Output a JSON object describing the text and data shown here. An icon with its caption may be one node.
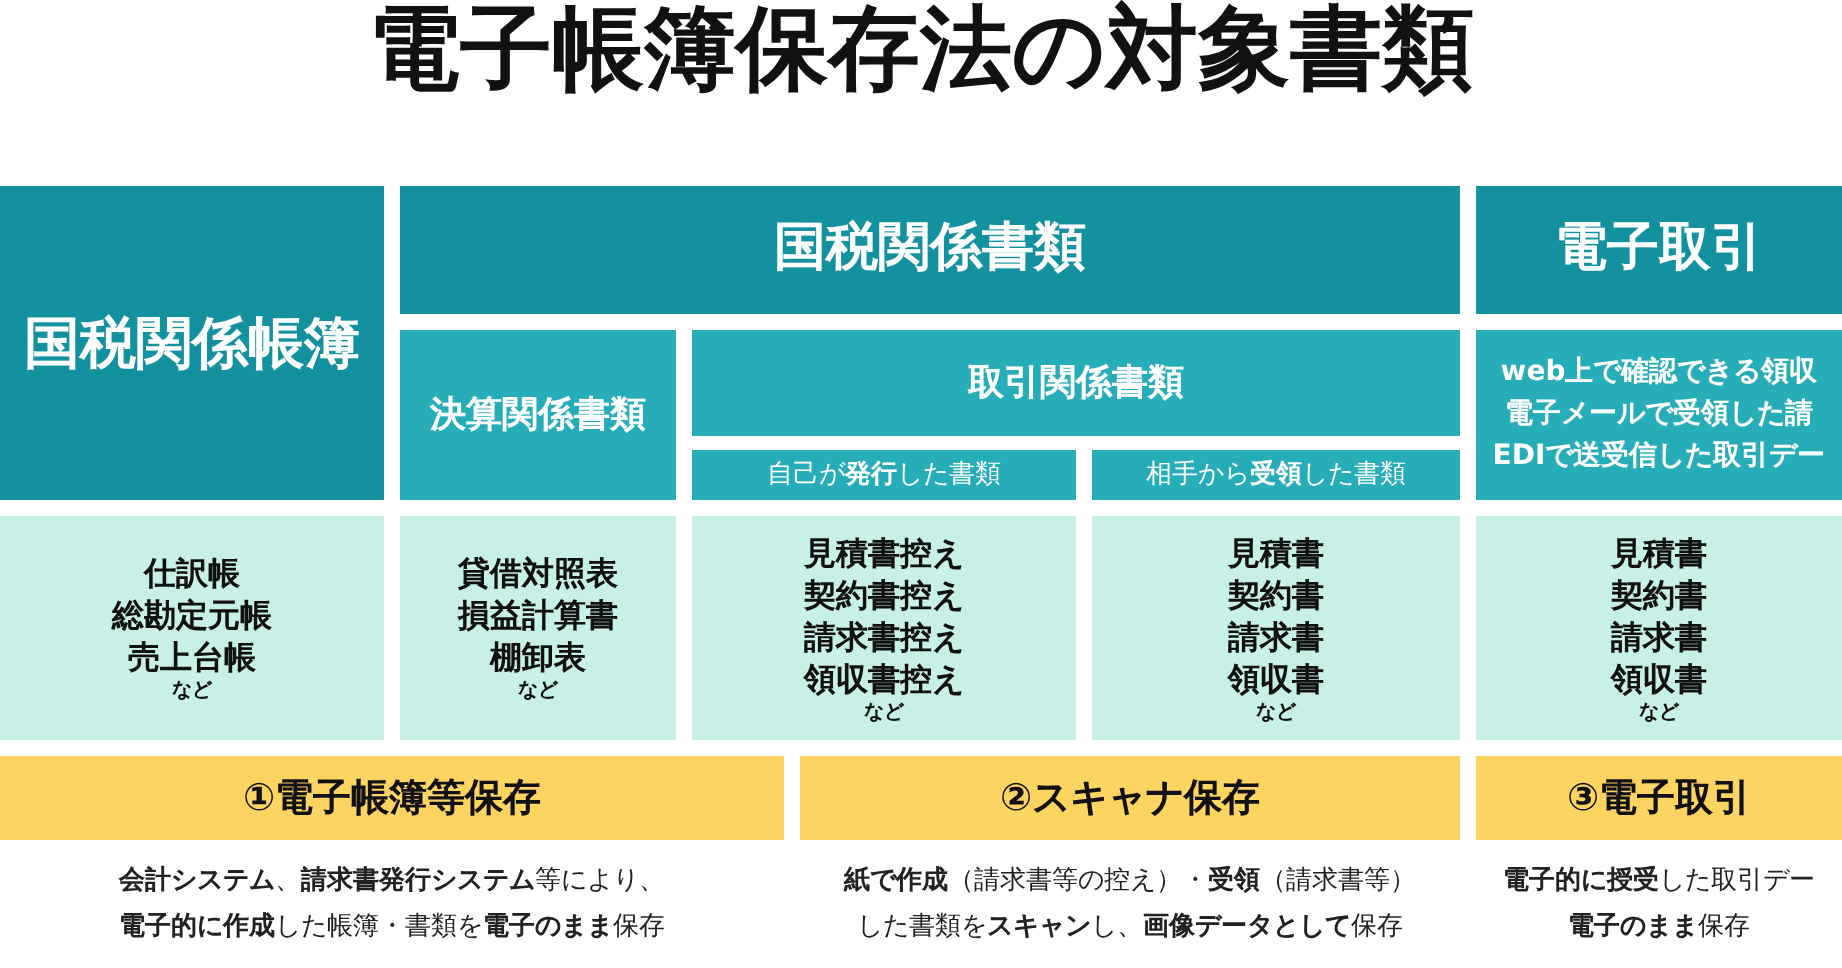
{
  "diagram": {
    "title": "電子帳簿保存法の対象書類",
    "nodes": [
      {
        "text": [
          "国税関係帳簿"
        ]
      },
      {
        "text": [
          "国税関係書類"
        ]
      },
      {
        "text": [
          "電子取引"
        ]
      },
      {
        "text": [
          "決算関係書類"
        ]
      },
      {
        "text": [
          "取引関係書類"
        ]
      },
      {
        "text": [
          "**web**上で確認できる領収",
          "**電子メール**で受領した請",
          "**EDI**で送受信した取引デー"
        ]
      },
      {
        "text": [
          "自己が**発行**した書類"
        ]
      },
      {
        "text": [
          "相手から**受領**した書類"
        ]
      },
      {
        "text": [
          "仕訳帳",
          "総勘定元帳",
          "売上台帳",
          "など"
        ]
      },
      {
        "text": [
          "貸借対照表",
          "損益計算書",
          "棚卸表",
          "など"
        ]
      },
      {
        "text": [
          "見積書控え",
          "契約書控え",
          "請求書控え",
          "領収書控え",
          "など"
        ]
      },
      {
        "text": [
          "見積書",
          "契約書",
          "請求書",
          "領収書",
          "など"
        ]
      },
      {
        "text": [
          "見積書",
          "契約書",
          "請求書",
          "領収書",
          "など"
        ]
      },
      {
        "text": [
          "①電子帳簿等保存"
        ],
        "beside": [
          "**会計システム**、**請求書発行システム**等により、",
          "**電子的に作成**した帳簿・書類を**電子のまま**保存"
        ]
      },
      {
        "text": [
          "②スキャナ保存"
        ],
        "beside": [
          "**紙で作成**（請求書等の控え）・**受領**（請求書等）",
          "した書類を**スキャン**し、**画像データとして**保存"
        ]
      },
      {
        "text": [
          "③電子取引"
        ],
        "beside": [
          "**電子的に授受**した取引デー",
          "**電子のまま**保存"
        ]
      }
    ]
  }
}
